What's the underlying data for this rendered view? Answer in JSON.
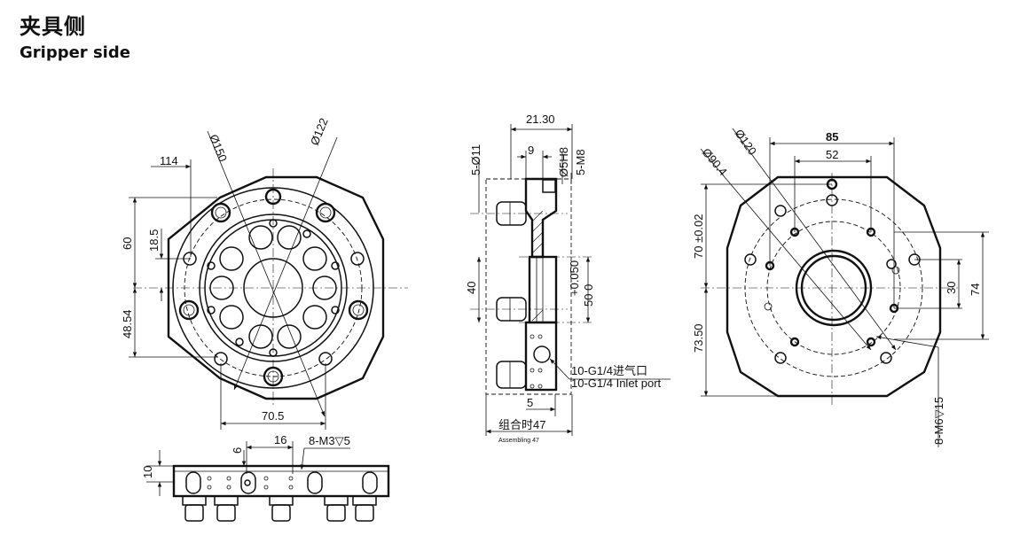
{
  "title": {
    "cn": "夹具侧",
    "en": "Gripper side"
  },
  "front_view": {
    "d_outer": "Ø150",
    "d_inner": "Ø122",
    "w_114": "114",
    "h_60": "60",
    "h_18_5": "18.5",
    "h_48_54": "48.54",
    "w_70_5": "70.5"
  },
  "bottom_view": {
    "h_10": "10",
    "h_6": "6",
    "w_16": "16",
    "m3_label": "8-M3▽5"
  },
  "side_view": {
    "w_21_30": "21.30",
    "w_9": "9",
    "d_11": "5-Ø11",
    "d_5h8": "Ø5H8",
    "m8": "5-M8",
    "h_40": "40",
    "tol": "+0.050",
    "nom": "50  0",
    "inlet_cn": "10-G1/4进气口",
    "inlet_en": "10-G1/4 Inlet port",
    "w_5": "5",
    "assembly_cn": "组合时47",
    "assembly_en": "Assembling 47"
  },
  "rear_view": {
    "w_85": "85",
    "w_52": "52",
    "d_120": "Ø120",
    "d_90_4": "Ø90.4",
    "h_70": "70 ±0.02",
    "h_73_50": "73.50",
    "h_30": "30",
    "h_74": "74",
    "m6": "8-M6▽15"
  }
}
